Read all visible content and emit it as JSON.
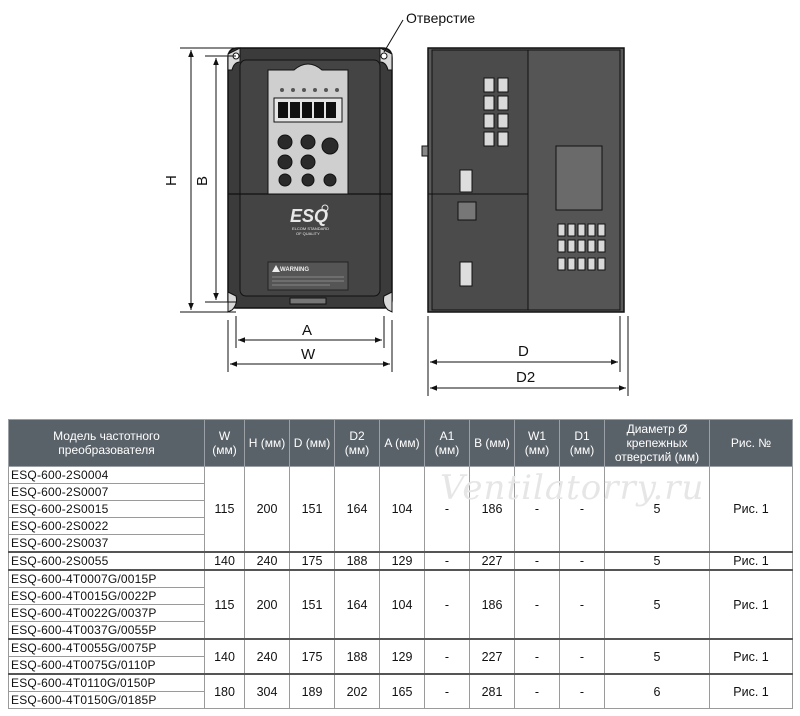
{
  "drawing": {
    "callout_label": "Отверстие",
    "dim_h": "H",
    "dim_b": "B",
    "dim_a": "A",
    "dim_w": "W",
    "dim_d": "D",
    "dim_d2": "D2",
    "logo_text": "ESQ",
    "logo_sub1": "ELCOM STANDARD",
    "logo_sub2": "OF QUALITY",
    "warning_text": "WARNING"
  },
  "watermark": "Ventilatorry.ru",
  "table": {
    "headers": {
      "model": "Модель частотного преобразователя",
      "w": "W (мм)",
      "h": "H (мм)",
      "d": "D (мм)",
      "d2": "D2 (мм)",
      "a": "A (мм)",
      "a1": "A1 (мм)",
      "b": "B (мм)",
      "w1": "W1 (мм)",
      "d1": "D1 (мм)",
      "hole": "Диаметр Ø крепежных отверстий (мм)",
      "fig": "Рис. №"
    },
    "groups": [
      {
        "models": [
          "ESQ-600-2S0004",
          "ESQ-600-2S0007",
          "ESQ-600-2S0015",
          "ESQ-600-2S0022",
          "ESQ-600-2S0037"
        ],
        "w": "115",
        "h": "200",
        "d": "151",
        "d2": "164",
        "a": "104",
        "a1": "-",
        "b": "186",
        "w1": "-",
        "d1": "-",
        "hole": "5",
        "fig": "Рис. 1"
      },
      {
        "models": [
          "ESQ-600-2S0055"
        ],
        "w": "140",
        "h": "240",
        "d": "175",
        "d2": "188",
        "a": "129",
        "a1": "-",
        "b": "227",
        "w1": "-",
        "d1": "-",
        "hole": "5",
        "fig": "Рис. 1"
      },
      {
        "models": [
          "ESQ-600-4T0007G/0015P",
          "ESQ-600-4T0015G/0022P",
          "ESQ-600-4T0022G/0037P",
          "ESQ-600-4T0037G/0055P"
        ],
        "w": "115",
        "h": "200",
        "d": "151",
        "d2": "164",
        "a": "104",
        "a1": "-",
        "b": "186",
        "w1": "-",
        "d1": "-",
        "hole": "5",
        "fig": "Рис. 1"
      },
      {
        "models": [
          "ESQ-600-4T0055G/0075P",
          "ESQ-600-4T0075G/0110P"
        ],
        "w": "140",
        "h": "240",
        "d": "175",
        "d2": "188",
        "a": "129",
        "a1": "-",
        "b": "227",
        "w1": "-",
        "d1": "-",
        "hole": "5",
        "fig": "Рис. 1"
      },
      {
        "models": [
          "ESQ-600-4T0110G/0150P",
          "ESQ-600-4T0150G/0185P"
        ],
        "w": "180",
        "h": "304",
        "d": "189",
        "d2": "202",
        "a": "165",
        "a1": "-",
        "b": "281",
        "w1": "-",
        "d1": "-",
        "hole": "6",
        "fig": "Рис. 1"
      }
    ]
  }
}
